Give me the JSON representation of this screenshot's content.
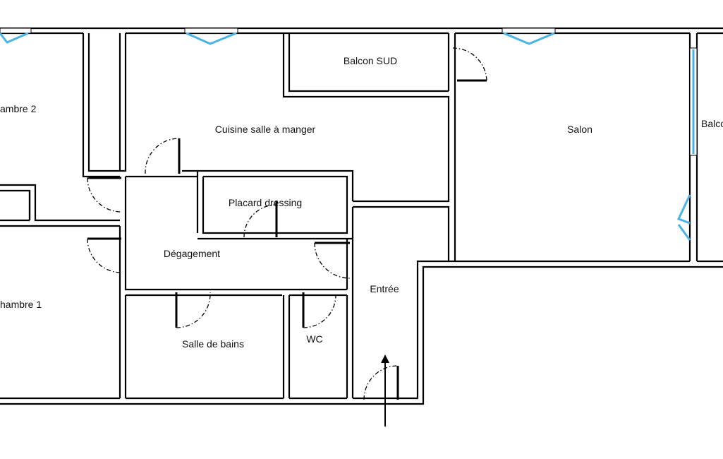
{
  "rooms": {
    "chambre2": "ambre 2",
    "chambre1": "hambre 1",
    "cuisine": "Cuisine salle à manger",
    "balcon_sud": "Balcon SUD",
    "salon": "Salon",
    "balcon_est": "Balco",
    "placard": "Placard dressing",
    "degagement": "Dégagement",
    "entree": "Entrée",
    "salle_de_bains": "Salle de bains",
    "wc": "WC"
  },
  "colors": {
    "wall": "#000000",
    "window": "#4ab3e6",
    "background": "#ffffff"
  },
  "icons": {
    "entrance": "entrance-arrow-icon"
  }
}
